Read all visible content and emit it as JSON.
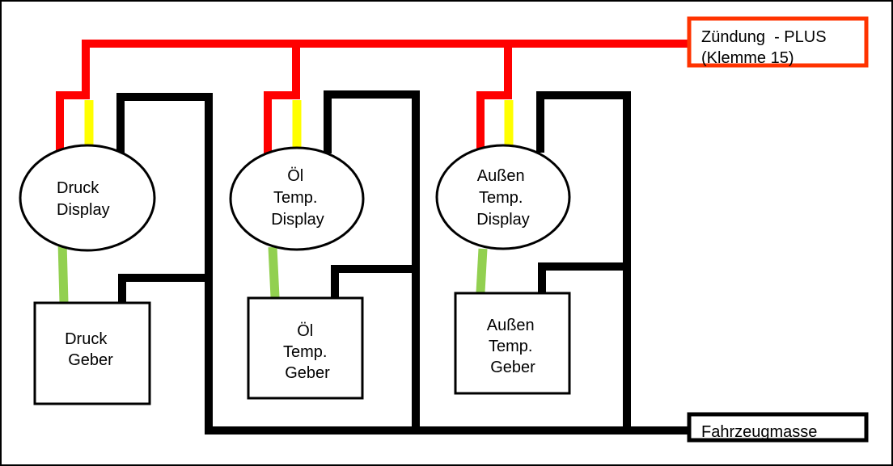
{
  "labels": {
    "ignition_line1": "Zündung  - PLUS",
    "ignition_line2": "(Klemme 15)",
    "ground": "Fahrzeugmasse"
  },
  "displays": [
    {
      "lines": [
        "Druck",
        "Display"
      ]
    },
    {
      "lines": [
        "Öl",
        "Temp.",
        "Display"
      ]
    },
    {
      "lines": [
        "Außen",
        "Temp.",
        "Display"
      ]
    }
  ],
  "senders": [
    {
      "lines": [
        "Druck",
        "Geber"
      ]
    },
    {
      "lines": [
        "Öl",
        "Temp.",
        "Geber"
      ]
    },
    {
      "lines": [
        "Außen",
        "Temp.",
        "Geber"
      ]
    }
  ],
  "colors": {
    "plus_wire": "#ff0000",
    "ignition_box_border": "#ff3300",
    "signal_wire": "#ffff00",
    "sensor_wire": "#92d050",
    "ground_wire": "#000000"
  }
}
